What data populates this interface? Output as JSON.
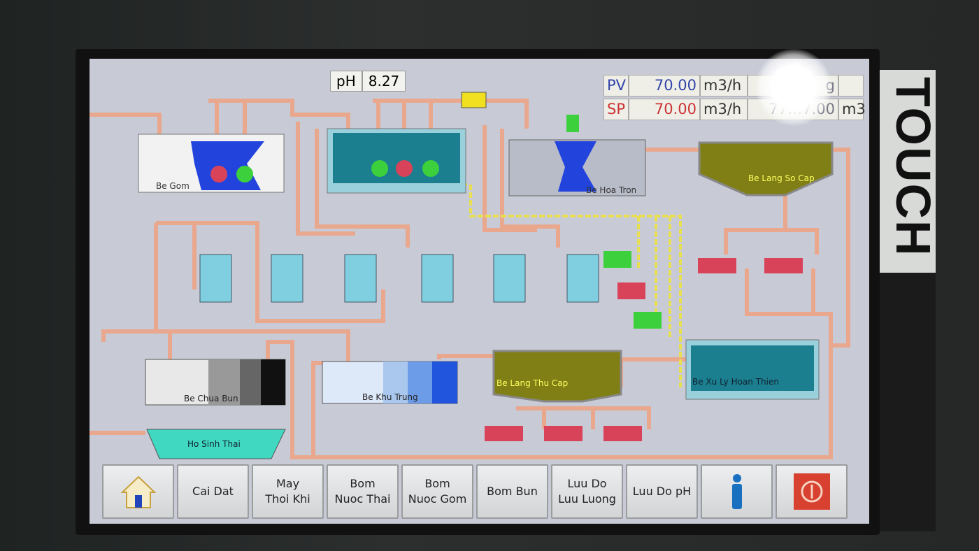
{
  "brand": "TOUCH",
  "ph": {
    "label": "pH",
    "value": "8.27"
  },
  "flow": {
    "pv": {
      "tag": "PV",
      "value": "70.00",
      "unit": "m3/h",
      "total": "g",
      "total_unit": ""
    },
    "sp": {
      "tag": "SP",
      "value": "70.00",
      "unit": "m3/h",
      "total": "77…7.00",
      "total_unit": "m3"
    }
  },
  "tanks": {
    "be_gom": "Be Gom",
    "be_hoa_tron": "Be Hoa Tron",
    "be_lang_so_cap": "Be Lang So Cap",
    "be_xu_ly_hoan_thien": "Be Xu Ly Hoan Thien",
    "be_lang_thu_cap": "Be Lang Thu Cap",
    "be_khu_trung": "Be Khu Trung",
    "be_chua_bun": "Be Chua Bun",
    "ho_sinh_thai": "Ho Sinh Thai"
  },
  "buttons": [
    {
      "label": "",
      "icon": "home-icon"
    },
    {
      "label": "Cai Dat"
    },
    {
      "label": "May\nThoi Khi"
    },
    {
      "label": "Bom\nNuoc Thai"
    },
    {
      "label": "Bom\nNuoc Gom"
    },
    {
      "label": "Bom Bun"
    },
    {
      "label": "Luu Do\nLuu Luong"
    },
    {
      "label": "Luu Do pH"
    },
    {
      "label": "",
      "icon": "user-icon"
    },
    {
      "label": "",
      "icon": "power-icon"
    }
  ],
  "colors": {
    "pipe": "#e9a88e",
    "pump_on": "#3cd13c",
    "pump_off": "#d9435a",
    "water": "#1b7f8f",
    "sludge": "#8a8a1c",
    "pv": "#3344aa",
    "sp": "#cc3333"
  }
}
